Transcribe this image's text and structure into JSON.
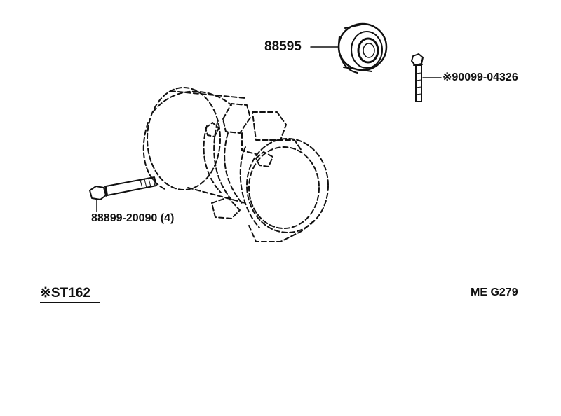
{
  "parts": {
    "pulley_number": "88595",
    "small_bolt_number": "※90099-04326",
    "long_bolt_number": "88899-20090 (4)"
  },
  "footer": {
    "reference": "※ST162",
    "code": "ME  G279"
  },
  "colors": {
    "ink": "#111111",
    "paper": "#ffffff"
  }
}
